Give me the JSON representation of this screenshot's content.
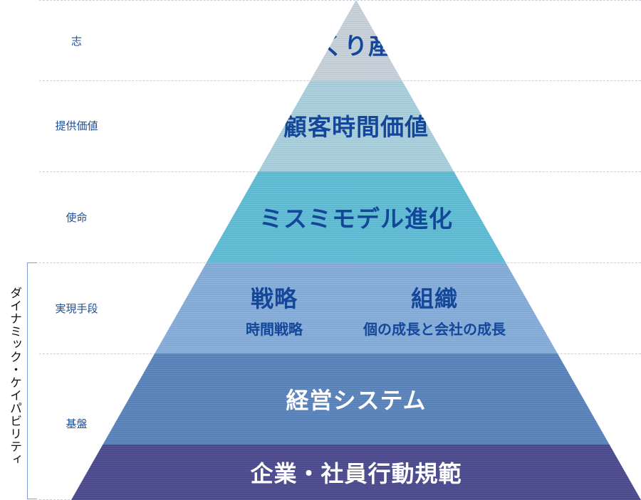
{
  "side_labels": [
    "志",
    "提供価値",
    "使命",
    "実現手段",
    "基盤"
  ],
  "vertical_label": "ダイナミック・ケイパビリティ",
  "layers": {
    "vision": "ものづくり産業基盤",
    "value": "顧客時間価値",
    "mission": "ミスミモデル進化",
    "strategy": {
      "title": "戦略",
      "sub": "時間戦略"
    },
    "organization": {
      "title": "組織",
      "sub": "個の成長と会社の成長"
    },
    "system": "経営システム",
    "code": "企業・社員行動規範"
  },
  "colors": {
    "vision": "#c8d2dc",
    "value": "#a9d1de",
    "mission": "#5fbdd6",
    "means": "#86addb",
    "system": "#5a84bd",
    "code": "#4b4b8f"
  }
}
